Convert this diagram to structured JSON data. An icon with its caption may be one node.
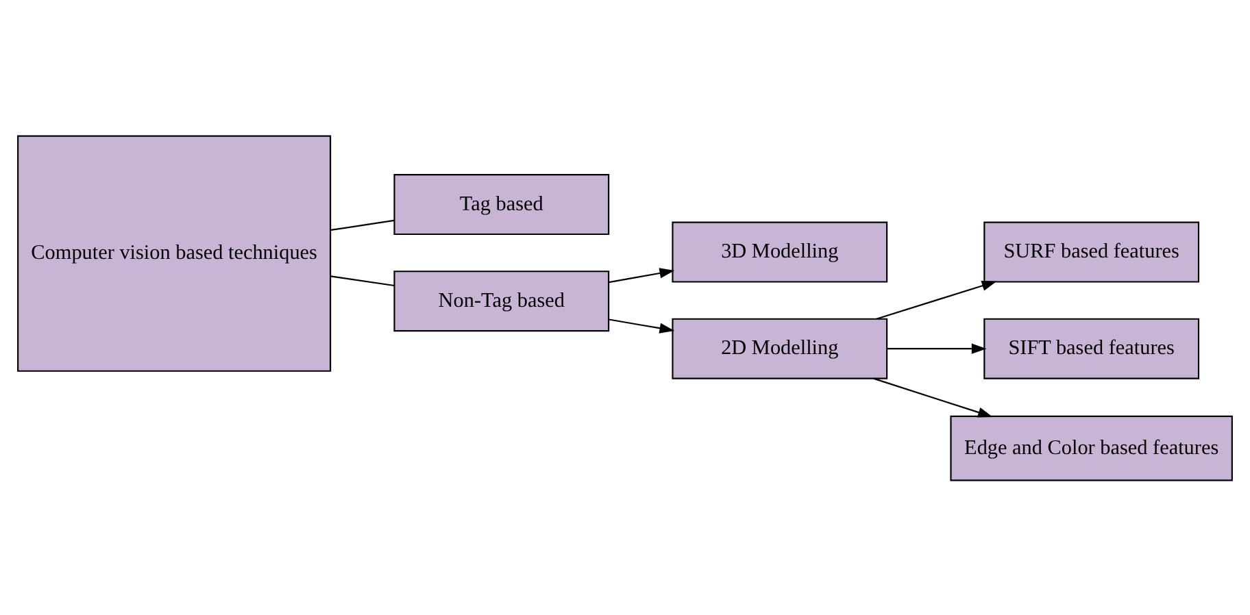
{
  "diagram": {
    "nodes": [
      {
        "text": [
          "Computer vision based techniques"
        ]
      },
      {
        "text": [
          "Tag based"
        ]
      },
      {
        "text": [
          "Non-Tag based"
        ]
      },
      {
        "text": [
          "3D Modelling"
        ]
      },
      {
        "text": [
          "2D Modelling"
        ]
      },
      {
        "text": [
          "SURF based features"
        ]
      },
      {
        "text": [
          "SIFT based features"
        ]
      },
      {
        "text": [
          "Edge and Color based features"
        ]
      }
    ],
    "edges": [
      {
        "from": 0,
        "to": 1,
        "arrow": "none"
      },
      {
        "from": 0,
        "to": 2,
        "arrow": "none"
      },
      {
        "from": 2,
        "to": 3,
        "arrow": "to"
      },
      {
        "from": 2,
        "to": 4,
        "arrow": "to"
      },
      {
        "from": 4,
        "to": 5,
        "arrow": "to"
      },
      {
        "from": 4,
        "to": 6,
        "arrow": "to"
      },
      {
        "from": 4,
        "to": 7,
        "arrow": "to"
      }
    ]
  }
}
